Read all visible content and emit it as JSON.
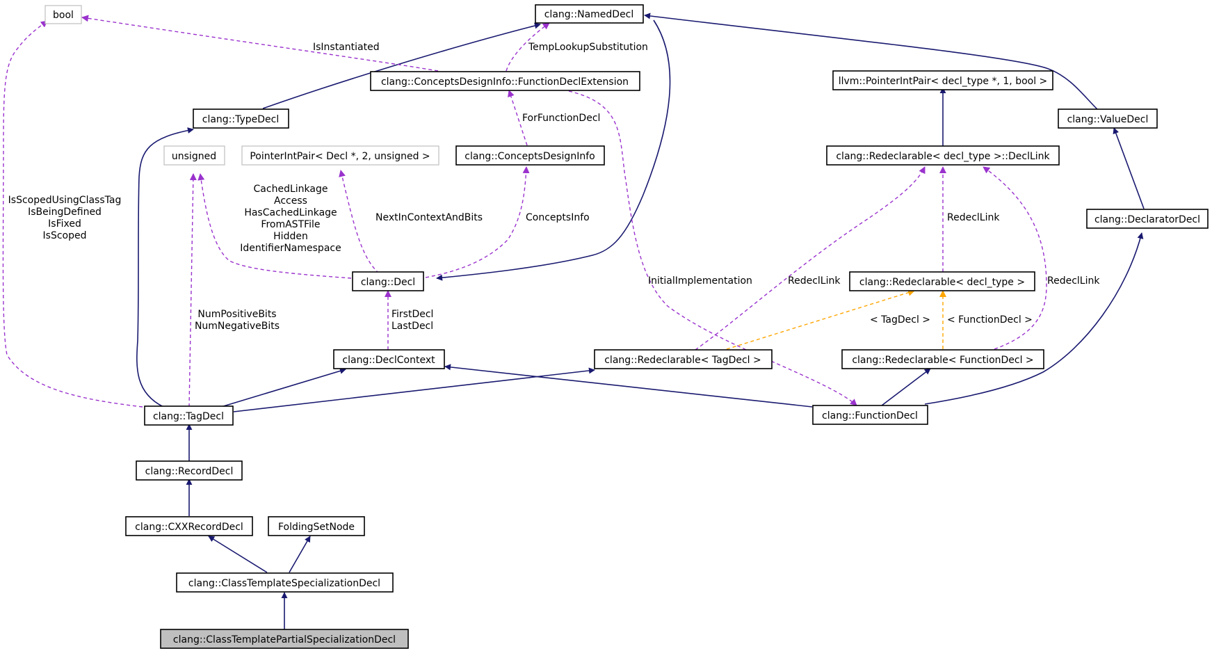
{
  "colors": {
    "inherit": "#191970",
    "member": "#9a32cd",
    "template": "#ffa500",
    "focus_fill": "#bfbfbf",
    "ghost_border": "#bfbfbf"
  },
  "nodes": {
    "bool": "bool",
    "named_decl": "clang::NamedDecl",
    "fde": "clang::ConceptsDesignInfo::FunctionDeclExtension",
    "pointer_int_pair": "llvm::PointerIntPair< decl_type *, 1, bool >",
    "value_decl": "clang::ValueDecl",
    "type_decl": "clang::TypeDecl",
    "unsigned": "unsigned",
    "pip_decl": "PointerIntPair< Decl *, 2, unsigned >",
    "concepts_design_info": "clang::ConceptsDesignInfo",
    "decl_link": "clang::Redeclarable< decl_type >::DeclLink",
    "declarator_decl": "clang::DeclaratorDecl",
    "decl": "clang::Decl",
    "redecl_decl_type": "clang::Redeclarable< decl_type >",
    "decl_context": "clang::DeclContext",
    "redecl_tag": "clang::Redeclarable< TagDecl >",
    "redecl_function": "clang::Redeclarable< FunctionDecl >",
    "tag_decl": "clang::TagDecl",
    "function_decl": "clang::FunctionDecl",
    "record_decl": "clang::RecordDecl",
    "cxx_record_decl": "clang::CXXRecordDecl",
    "folding_set_node": "FoldingSetNode",
    "ctsd": "clang::ClassTemplateSpecializationDecl",
    "ctpsd": "clang::ClassTemplatePartialSpecializationDecl"
  },
  "edge_labels": {
    "is_instantiated": "IsInstantiated",
    "temp_lookup": "TempLookupSubstitution",
    "for_function_decl": "ForFunctionDecl",
    "cached_linkage": [
      "CachedLinkage",
      "Access",
      "HasCachedLinkage",
      "FromASTFile",
      "Hidden",
      "IdentifierNamespace"
    ],
    "next_in_context": "NextInContextAndBits",
    "concepts_info": "ConceptsInfo",
    "scoped_flags": [
      "IsScopedUsingClassTag",
      "IsBeingDefined",
      "IsFixed",
      "IsScoped"
    ],
    "num_bits": [
      "NumPositiveBits",
      "NumNegativeBits"
    ],
    "first_last": [
      "FirstDecl",
      "LastDecl"
    ],
    "initial_impl": "InitialImplementation",
    "redecl_link_1": "RedeclLink",
    "redecl_link_2": "RedeclLink",
    "redecl_link_3": "RedeclLink",
    "tag_decl_tpl": "< TagDecl >",
    "function_decl_tpl": "< FunctionDecl >"
  }
}
